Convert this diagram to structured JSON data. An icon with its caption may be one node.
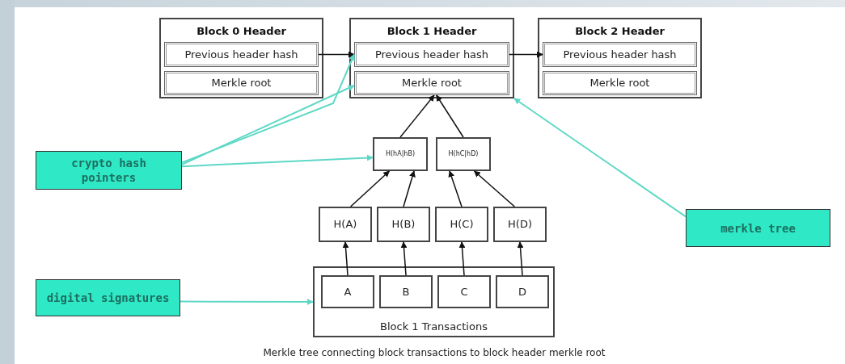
{
  "diagram": {
    "caption": "Merkle tree connecting block transactions to block header merkle root",
    "nodes": [
      {
        "text": [
          "Block 0 Header"
        ]
      },
      {
        "text": [
          "Previous header hash"
        ],
        "in": 0
      },
      {
        "text": [
          "Merkle root"
        ],
        "in": 0
      },
      {
        "text": [
          "Block 1 Header"
        ]
      },
      {
        "text": [
          "Previous header hash"
        ],
        "in": 3
      },
      {
        "text": [
          "Merkle root"
        ],
        "in": 3
      },
      {
        "text": [
          "Block 2 Header"
        ]
      },
      {
        "text": [
          "Previous header hash"
        ],
        "in": 6
      },
      {
        "text": [
          "Merkle root"
        ],
        "in": 6
      },
      {
        "text": [
          "H(hA|hB)"
        ]
      },
      {
        "text": [
          "H(hC|hD)"
        ]
      },
      {
        "text": [
          "H(A)"
        ]
      },
      {
        "text": [
          "H(B)"
        ]
      },
      {
        "text": [
          "H(C)"
        ]
      },
      {
        "text": [
          "H(D)"
        ]
      },
      {
        "text": [
          "Block 1 Transactions"
        ]
      },
      {
        "text": [
          "A"
        ],
        "in": 15
      },
      {
        "text": [
          "B"
        ],
        "in": 15
      },
      {
        "text": [
          "C"
        ],
        "in": 15
      },
      {
        "text": [
          "D"
        ],
        "in": 15
      },
      {
        "text": [
          "crypto hash pointers"
        ]
      },
      {
        "text": [
          "merkle tree"
        ]
      },
      {
        "text": [
          "digital signatures"
        ]
      }
    ],
    "edges": [
      {
        "from": 1,
        "to": 4,
        "arrow": "to"
      },
      {
        "from": 4,
        "to": 7,
        "arrow": "to"
      },
      {
        "from": 9,
        "to": 5,
        "arrow": "to"
      },
      {
        "from": 10,
        "to": 5,
        "arrow": "to"
      },
      {
        "from": 11,
        "to": 9,
        "arrow": "to"
      },
      {
        "from": 12,
        "to": 9,
        "arrow": "to"
      },
      {
        "from": 13,
        "to": 10,
        "arrow": "to"
      },
      {
        "from": 14,
        "to": 10,
        "arrow": "to"
      },
      {
        "from": 16,
        "to": 11,
        "arrow": "to"
      },
      {
        "from": 17,
        "to": 12,
        "arrow": "to"
      },
      {
        "from": 18,
        "to": 13,
        "arrow": "to"
      },
      {
        "from": 19,
        "to": 14,
        "arrow": "to"
      },
      {
        "from": 20,
        "to": 4,
        "arrow": "to",
        "color": "#5ed8c6"
      },
      {
        "from": 20,
        "to": 5,
        "arrow": "to",
        "color": "#5ed8c6"
      },
      {
        "from": 20,
        "to": 9,
        "arrow": "to",
        "color": "#5ed8c6"
      },
      {
        "from": 21,
        "to": 3,
        "arrow": "to",
        "color": "#5ed8c6"
      },
      {
        "from": 22,
        "to": 15,
        "arrow": "to",
        "color": "#5ed8c6"
      }
    ]
  }
}
